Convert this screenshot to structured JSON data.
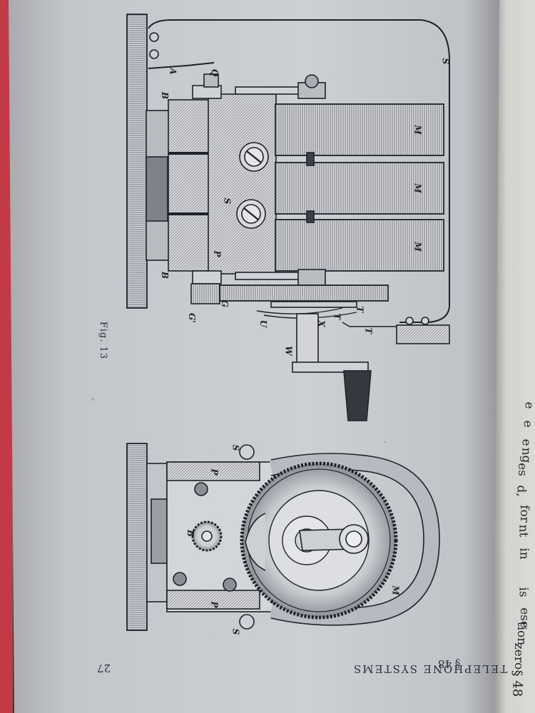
{
  "page": {
    "running_head": "TELEPHONE SYSTEMS",
    "page_number": "27",
    "section_mark": "§ 48",
    "figure_caption": "Fig. 13"
  },
  "next_page": {
    "section_mark": "§ 48",
    "text_fragments": [
      "is",
      "ese",
      "tion",
      "zero",
      "d,",
      "es",
      "ng",
      "e",
      "for",
      "nt",
      "in",
      "e",
      "e"
    ]
  },
  "figure_labels": {
    "side_view": [
      "S",
      "A",
      "Q",
      "B",
      "M",
      "M",
      "M",
      "S",
      "P",
      "B",
      "G",
      "G'",
      "T",
      "T",
      "U",
      "X",
      "W",
      "T"
    ],
    "end_view": [
      "S",
      "P",
      "B",
      "P",
      "M",
      "S"
    ]
  },
  "colors": {
    "paper": "#c9ccd0",
    "paper_shadow": "#aeb1b6",
    "ink": "#2a2f3a",
    "next_page": "#d4d6d2",
    "binding_red": "#c23a45"
  }
}
